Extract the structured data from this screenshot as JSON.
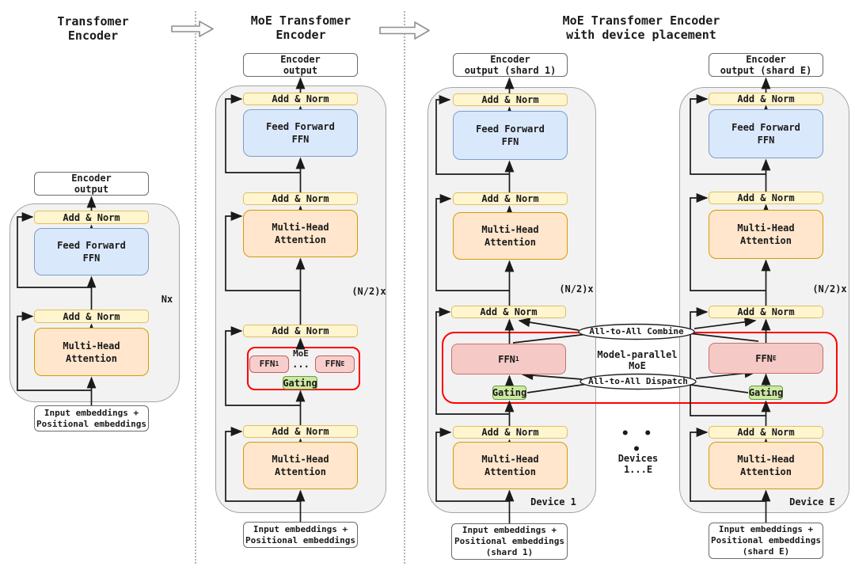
{
  "titles": {
    "col1": "Transfomer\nEncoder",
    "col2": "MoE Transfomer\nEncoder",
    "col34": "MoE Transfomer Encoder\nwith device placement"
  },
  "labels": {
    "add_norm": "Add & Norm",
    "feed_forward": "Feed Forward\nFFN",
    "attention": "Multi-Head\nAttention",
    "encoder_output": "Encoder\noutput",
    "encoder_output_shard1": "Encoder\noutput (shard 1)",
    "encoder_output_shardE": "Encoder\noutput (shard E)",
    "input_embeddings": "Input embeddings +\nPositional embeddings",
    "input_embeddings_shard1": "Input embeddings +\nPositional embeddings\n(shard 1)",
    "input_embeddings_shardE": "Input embeddings +\nPositional embeddings\n(shard E)",
    "nx": "Nx",
    "n2x": "(N/2)x",
    "moe": "MoE",
    "ffn": "FFN",
    "sub_1": "1",
    "sub_E": "E",
    "dots_small": "...",
    "gating": "Gating",
    "all_to_all_combine": "All-to-All Combine",
    "all_to_all_dispatch": "All-to-All Dispatch",
    "model_parallel_moe": "Model-parallel\nMoE",
    "device_1": "Device 1",
    "device_E": "Device E",
    "devices_range": "Devices\n1...E",
    "dots_big": "• • •"
  },
  "colors": {
    "container_fill": "#F2F2F2",
    "add_norm_fill": "#FFF5CF",
    "feed_forward_fill": "#DAE8FC",
    "attention_fill": "#FFE6CC",
    "expert_small_fill": "#F8CECC",
    "expert_large_fill": "#F5C9C5",
    "gating_fill": "#CDE8A3",
    "moe_outline": "#FF0000",
    "wire": "#1a1a1a"
  }
}
